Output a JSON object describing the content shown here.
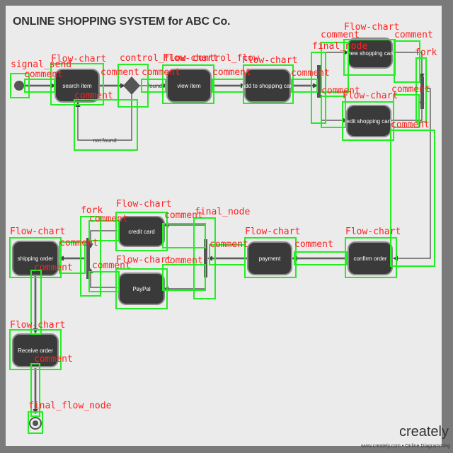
{
  "title": "ONLINE SHOPPING SYSTEM for ABC Co.",
  "nodes": {
    "search_item": "search item",
    "not_found": "not found",
    "found": "found",
    "view_item": "view item",
    "add_to_cart": "add to shopping cart",
    "view_cart": "view shopping cart",
    "edit_cart": "edit shopping cart",
    "credit_card": "credit card",
    "paypal": "PayPal",
    "payment": "payment",
    "confirm_order": "confirm order",
    "shipping_order": "shipping order",
    "receive_order": "Receive order"
  },
  "annotations": {
    "signal_send": "signal_send",
    "comment": "comment",
    "flow_chart": "Flow-chart",
    "control_flow": "control_flow",
    "final_node": "final_node",
    "fork": "fork",
    "final_flow_node": "final_flow_node"
  },
  "brand": {
    "name": "creately",
    "sub": "www.creately.com • Online Diagramming"
  }
}
